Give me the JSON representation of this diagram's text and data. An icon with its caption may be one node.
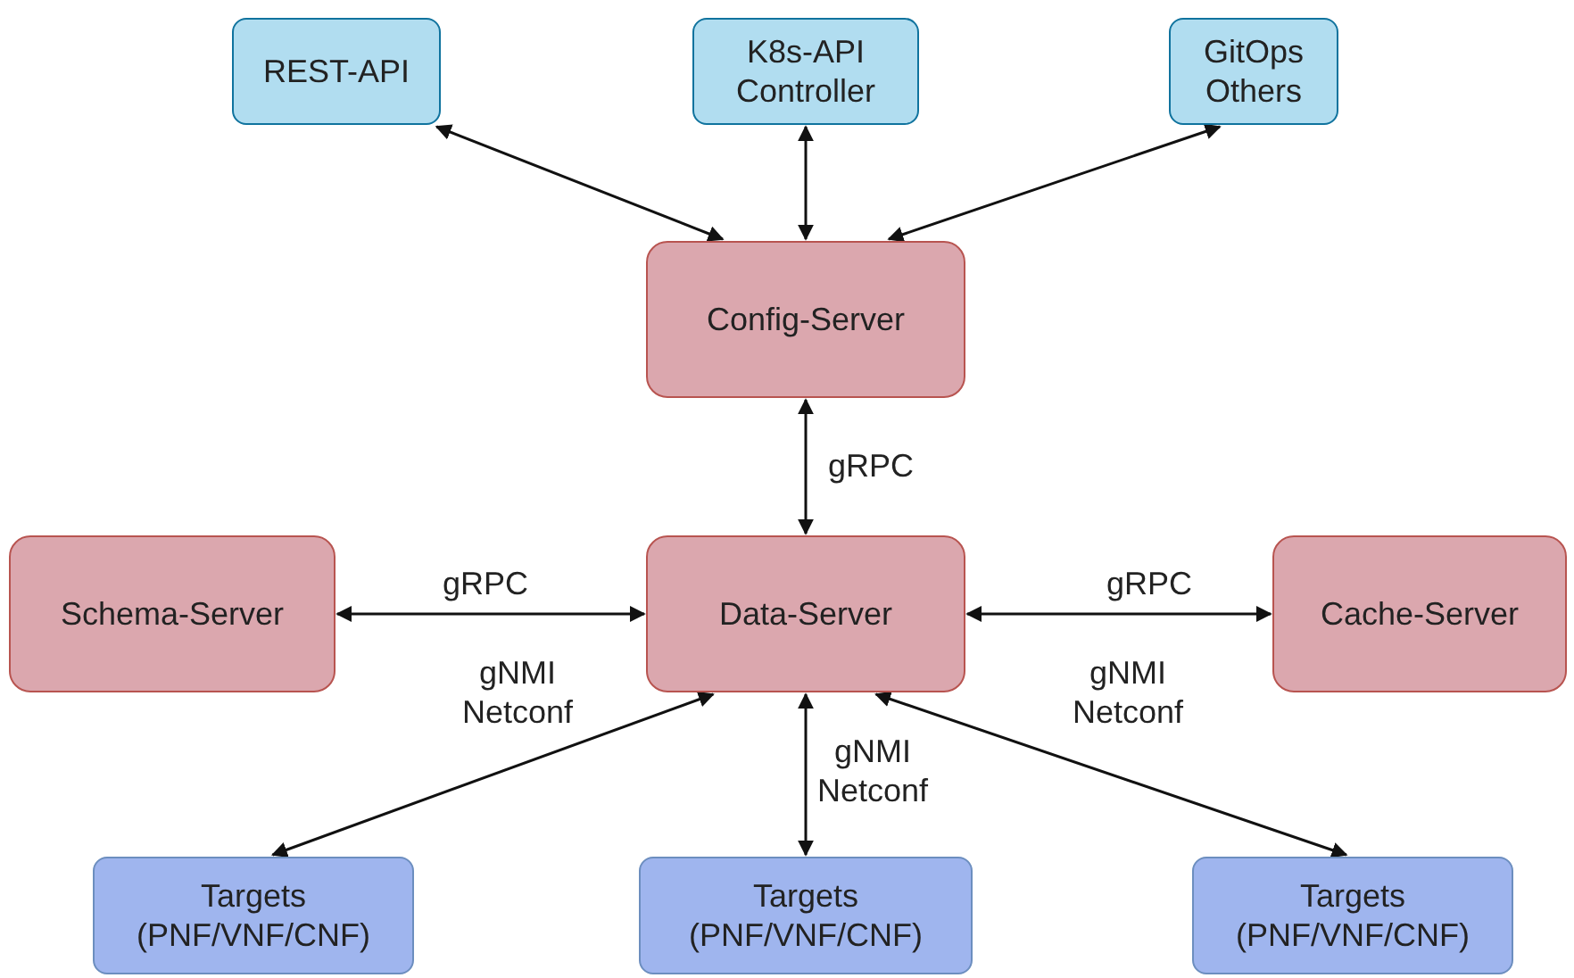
{
  "diagram": {
    "nodes": [
      {
        "text": [
          "REST-API"
        ]
      },
      {
        "text": [
          "K8s-API Controller"
        ]
      },
      {
        "text": [
          "GitOps Others"
        ]
      },
      {
        "text": [
          "Config-Server"
        ]
      },
      {
        "text": [
          "Schema-Server"
        ]
      },
      {
        "text": [
          "Data-Server"
        ]
      },
      {
        "text": [
          "Cache-Server"
        ]
      },
      {
        "text": [
          "Targets (PNF/VNF/CNF)"
        ]
      },
      {
        "text": [
          "Targets (PNF/VNF/CNF)"
        ]
      },
      {
        "text": [
          "Targets (PNF/VNF/CNF)"
        ]
      }
    ],
    "edges": [
      {
        "from": 0,
        "to": 3,
        "arrow": "both"
      },
      {
        "from": 1,
        "to": 3,
        "arrow": "both"
      },
      {
        "from": 2,
        "to": 3,
        "arrow": "both"
      },
      {
        "from": 3,
        "to": 5,
        "arrow": "both",
        "label": "gRPC"
      },
      {
        "from": 4,
        "to": 5,
        "arrow": "both",
        "label": "gRPC"
      },
      {
        "from": 5,
        "to": 6,
        "arrow": "both",
        "label": "gRPC"
      },
      {
        "from": 5,
        "to": 7,
        "arrow": "both",
        "label": "gNMI Netconf"
      },
      {
        "from": 5,
        "to": 8,
        "arrow": "both",
        "label": "gNMI Netconf"
      },
      {
        "from": 5,
        "to": 9,
        "arrow": "both",
        "label": "gNMI Netconf"
      }
    ]
  }
}
